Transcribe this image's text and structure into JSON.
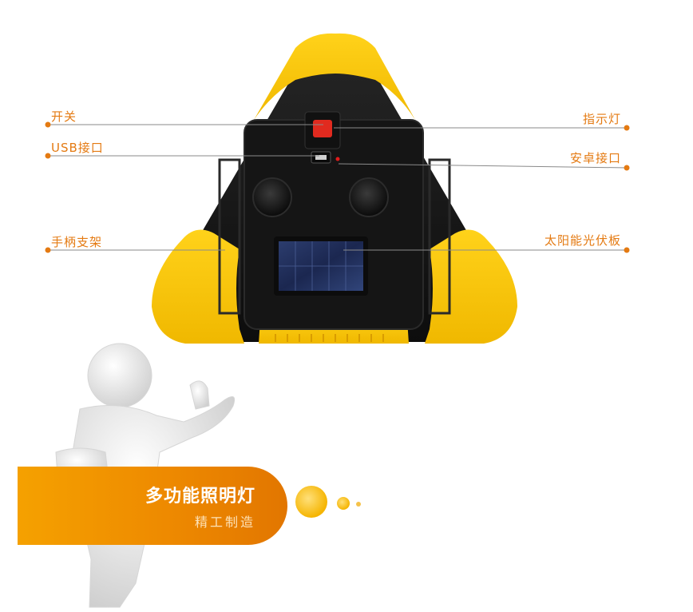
{
  "callouts": {
    "switch": "开关",
    "usb_port": "USB接口",
    "handle_stand": "手柄支架",
    "indicator_light": "指示灯",
    "android_port": "安卓接口",
    "solar_panel": "太阳能光伏板"
  },
  "banner": {
    "title": "多功能照明灯",
    "subtitle": "精工制造"
  },
  "colors": {
    "accent_orange": "#e47a12",
    "product_yellow": "#f5c400",
    "product_black": "#141414",
    "banner_orange": "#ee8a00"
  }
}
